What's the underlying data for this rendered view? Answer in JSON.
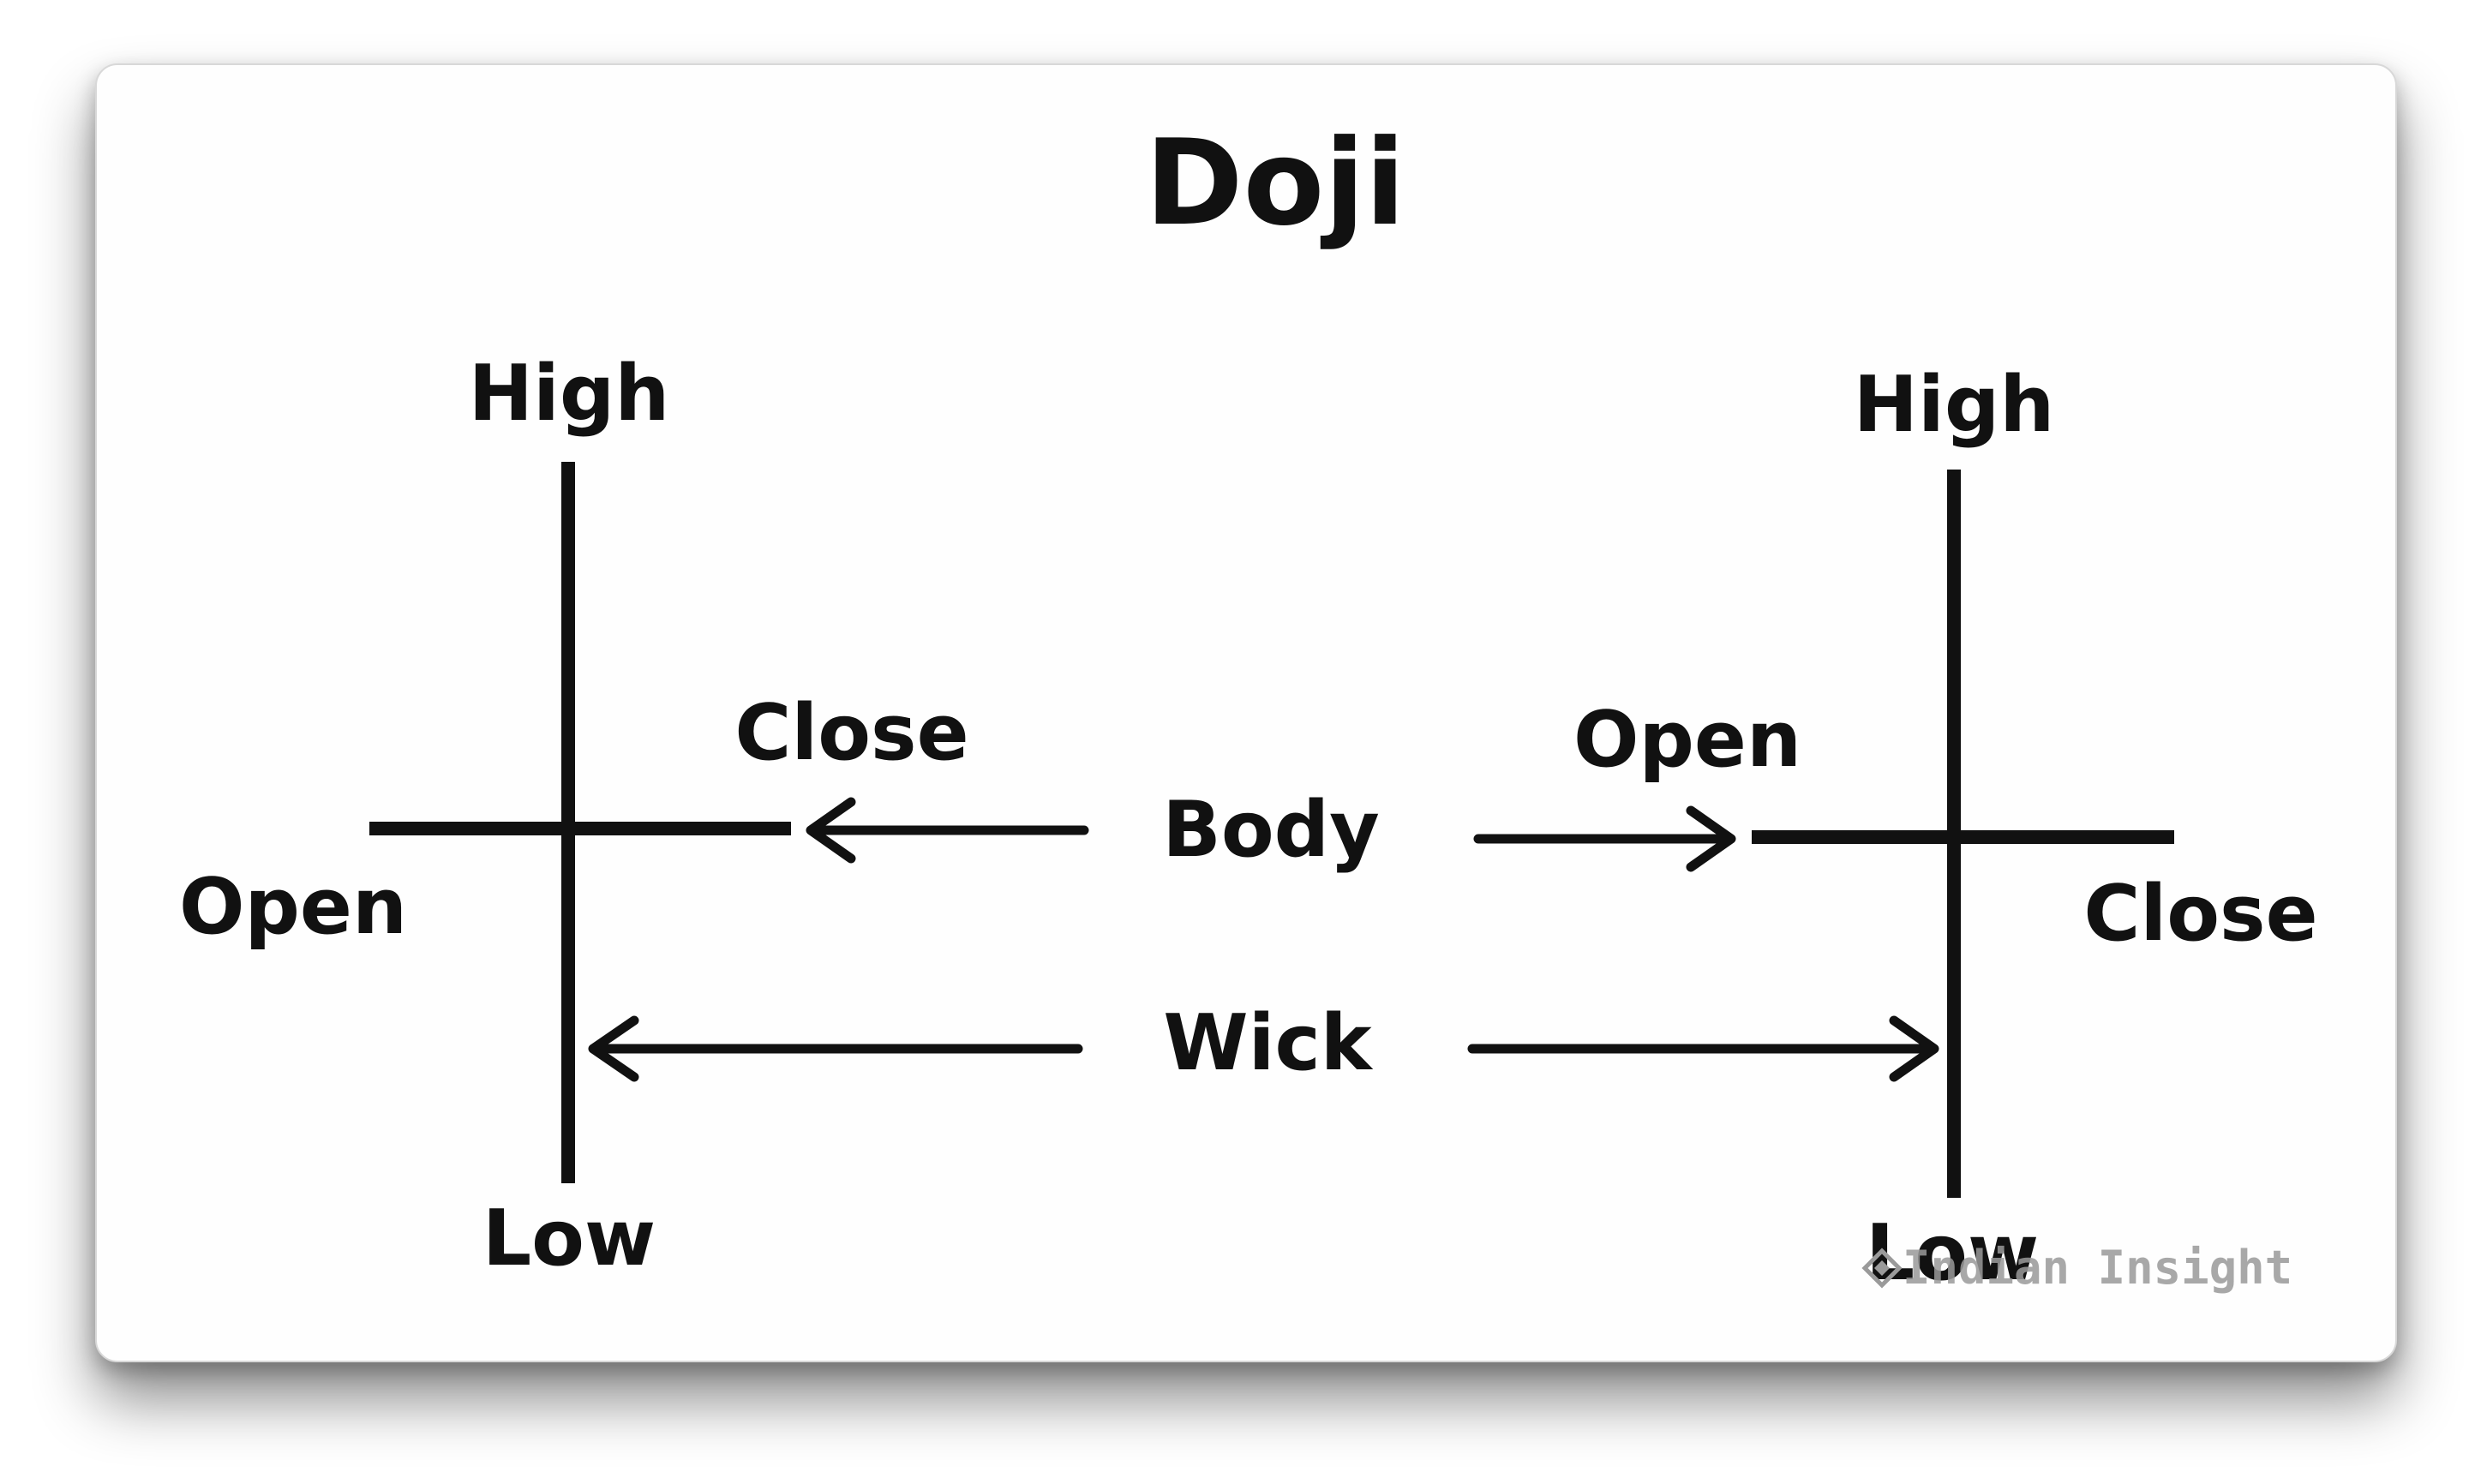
{
  "title": "Doji",
  "left_candle": {
    "high_label": "High",
    "low_label": "Low",
    "open_label": "Open",
    "close_label": "Close"
  },
  "right_candle": {
    "high_label": "High",
    "low_label": "Low",
    "open_label": "Open",
    "close_label": "Close"
  },
  "annotations": {
    "body_label": "Body",
    "wick_label": "Wick"
  },
  "watermark": {
    "text": "Indian Insight",
    "icon": "diamond-logo-icon"
  },
  "colors": {
    "ink": "#111111",
    "background": "#fefefe",
    "watermark": "#9a9a9a"
  }
}
